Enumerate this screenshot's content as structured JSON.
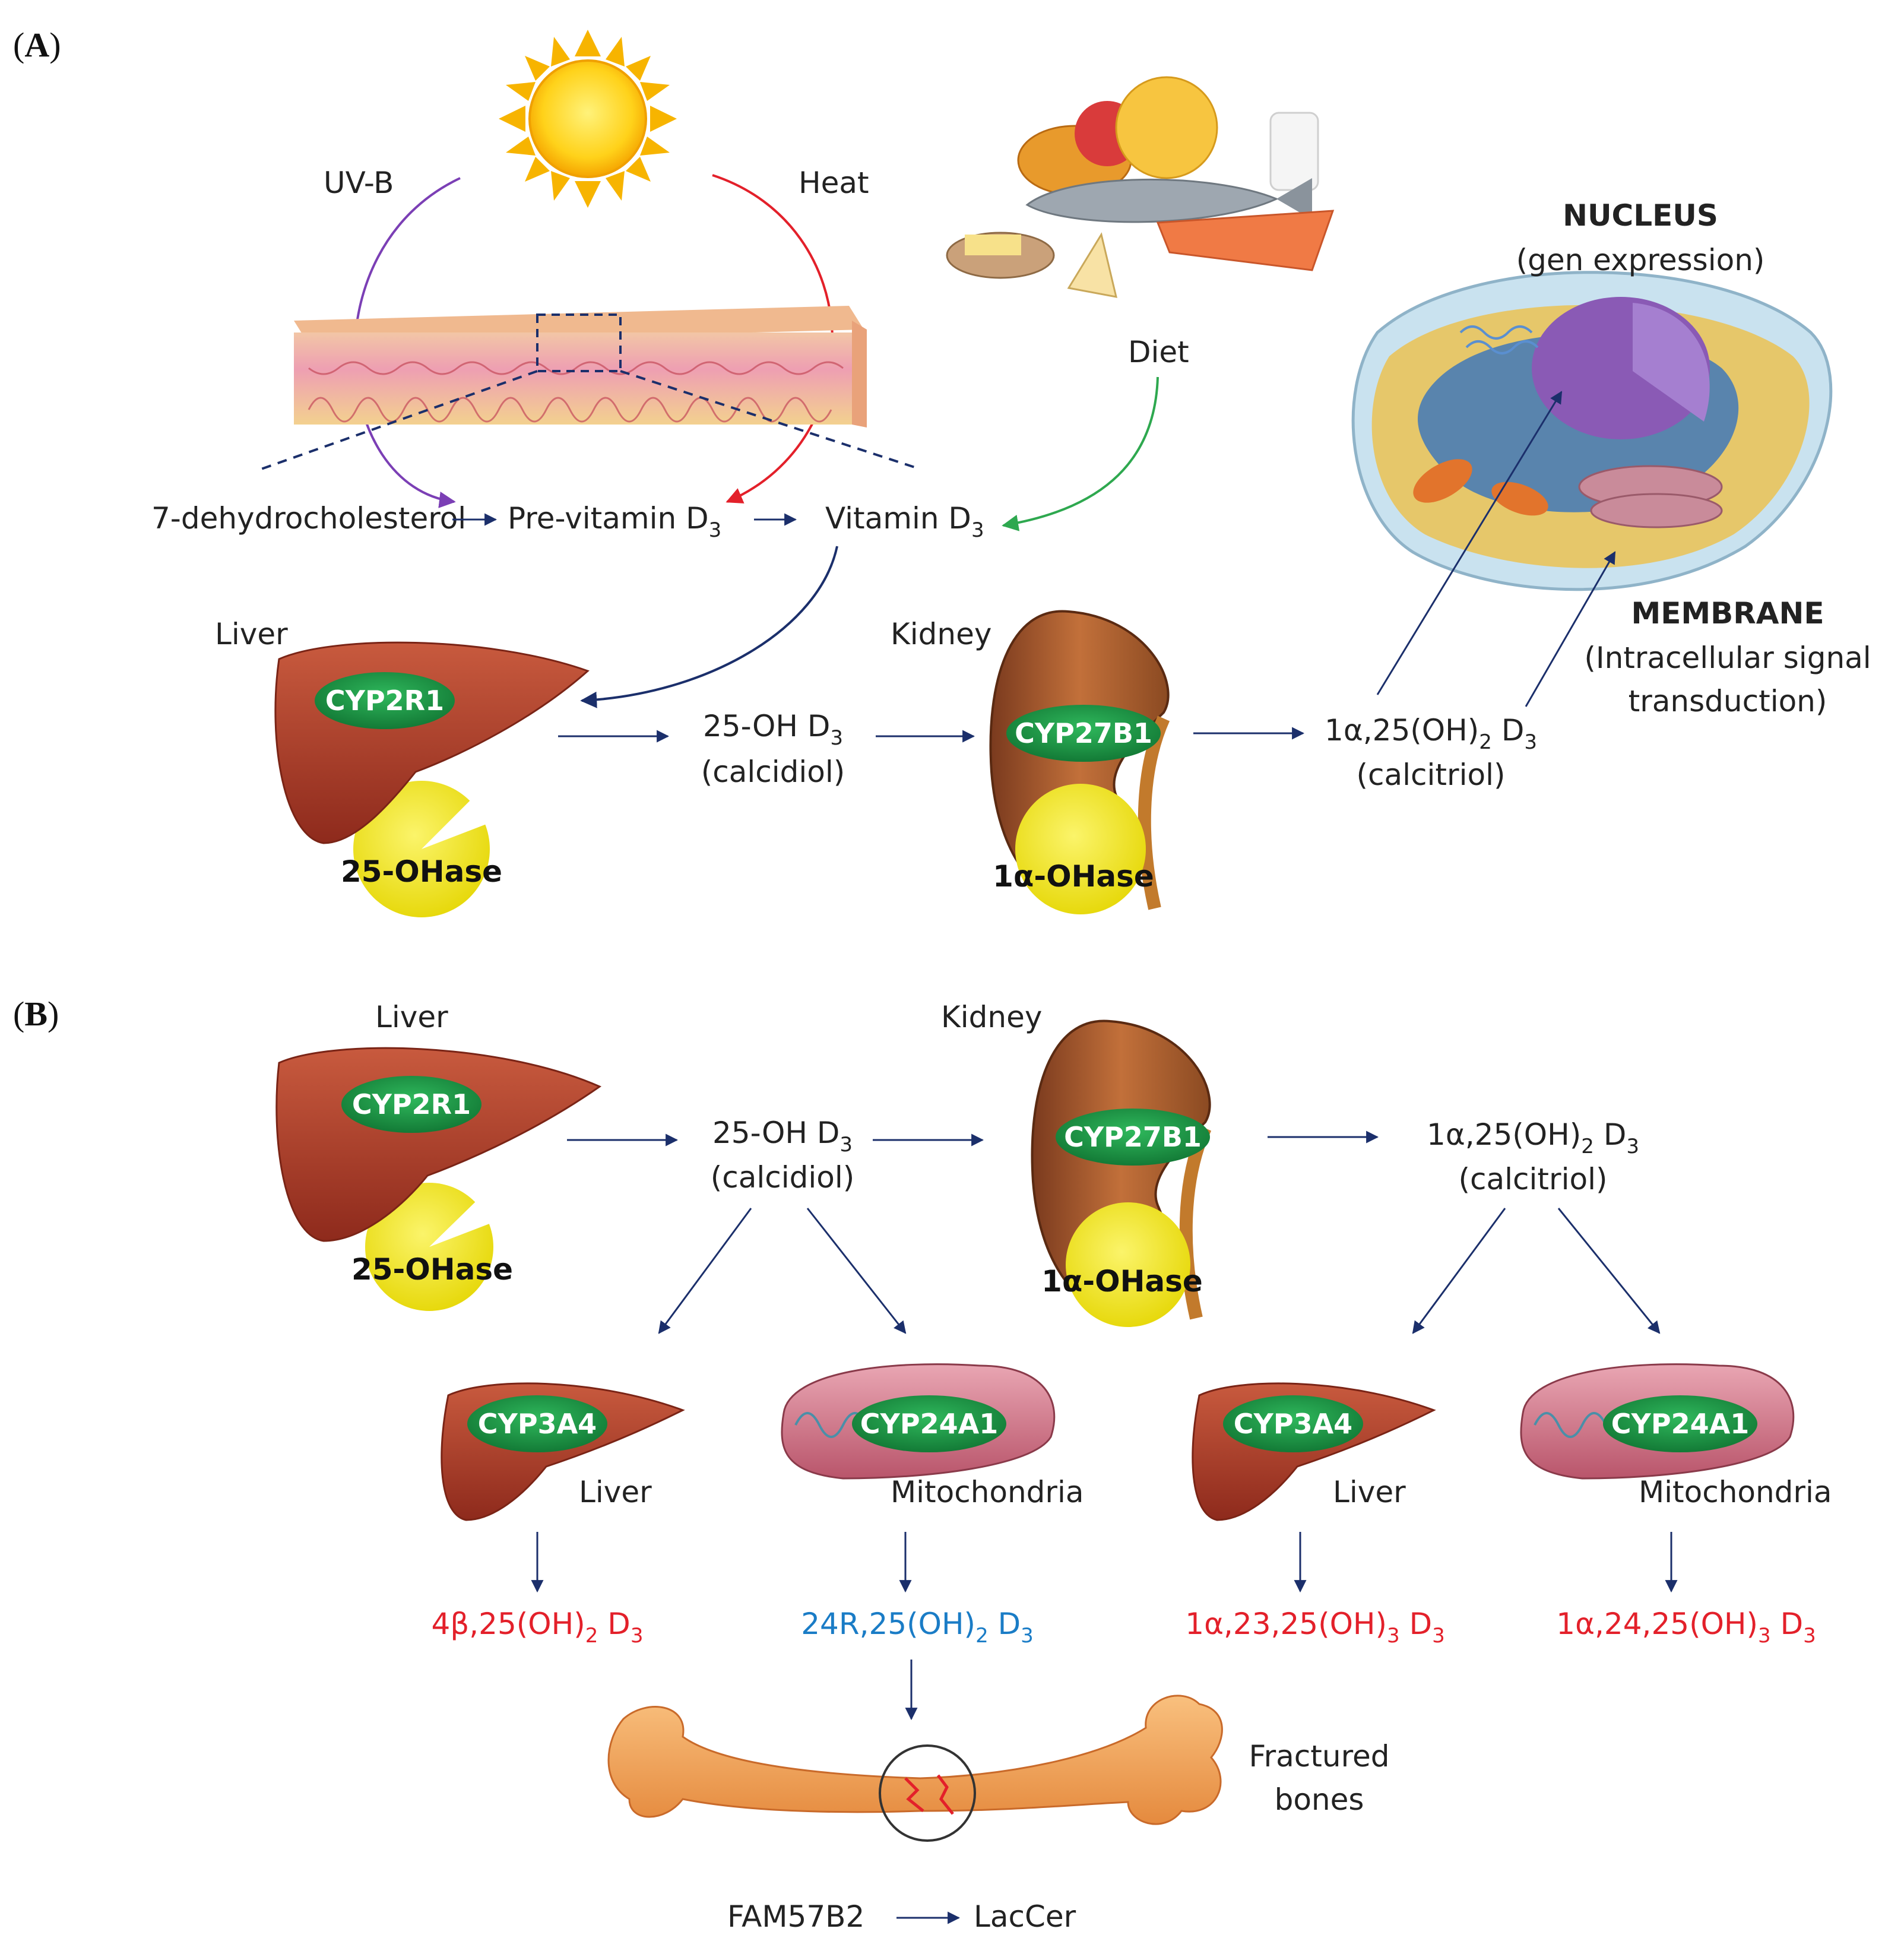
{
  "panels": {
    "a_open": "(",
    "a_letter": "A",
    "a_close": ")",
    "b_open": "(",
    "b_letter": "B",
    "b_close": ")"
  },
  "a": {
    "uvb": "UV-B",
    "heat": "Heat",
    "diet": "Diet",
    "nucleus_title": "NUCLEUS",
    "nucleus_sub": "(gen expression)",
    "membrane_title": "MEMBRANE",
    "membrane_sub1": "(Intracellular signal",
    "membrane_sub2": "transduction)",
    "dehydro": "7-dehydrocholesterol",
    "previt": "Pre-vitamin D",
    "previt_sub": "3",
    "vitd": "Vitamin D",
    "vitd_sub": "3",
    "liver": "Liver",
    "kidney": "Kidney",
    "cyp2r1": "CYP2R1",
    "cyp27b1": "CYP27B1",
    "ohase25": "25-OHase",
    "ohase1a": "1α-OHase",
    "calcidiol_l1": "25-OH D",
    "calcidiol_sub": "3",
    "calcidiol_l2": "(calcidiol)",
    "calcitriol_l1a": "1α,25(OH)",
    "calcitriol_sub1": "2",
    "calcitriol_l1b": " D",
    "calcitriol_sub2": "3",
    "calcitriol_l2": "(calcitriol)"
  },
  "b": {
    "liver": "Liver",
    "kidney": "Kidney",
    "cyp2r1": "CYP2R1",
    "cyp27b1": "CYP27B1",
    "ohase25": "25-OHase",
    "ohase1a": "1α-OHase",
    "calcidiol_l1": "25-OH D",
    "calcidiol_sub": "3",
    "calcidiol_l2": "(calcidiol)",
    "calcitriol_l1a": "1α,25(OH)",
    "calcitriol_sub1": "2",
    "calcitriol_l1b": " D",
    "calcitriol_sub2": "3",
    "calcitriol_l2": "(calcitriol)",
    "cyp3a4_1": "CYP3A4",
    "cyp24a1_1": "CYP24A1",
    "cyp3a4_2": "CYP3A4",
    "cyp24a1_2": "CYP24A1",
    "liver_1": "Liver",
    "mito_1": "Mitochondria",
    "liver_2": "Liver",
    "mito_2": "Mitochondria",
    "prod1_a": "4β,25(OH)",
    "prod1_s1": "2",
    "prod1_b": " D",
    "prod1_s2": "3",
    "prod2_a": "24R,25(OH)",
    "prod2_s1": "2",
    "prod2_b": " D",
    "prod2_s2": "3",
    "prod3_a": "1α,23,25(OH)",
    "prod3_s1": "3",
    "prod3_b": " D",
    "prod3_s2": "3",
    "prod4_a": "1α,24,25(OH)",
    "prod4_s1": "3",
    "prod4_b": " D",
    "prod4_s2": "3",
    "fractured_l1": "Fractured",
    "fractured_l2": "bones",
    "fam": "FAM57B2",
    "laccer": "LacCer"
  },
  "colors": {
    "enzyme_green": "#1f9a4a",
    "enzyme_yellow": "#f4ea1a",
    "arrow_navy": "#1b2f6b",
    "uv_purple": "#7b3fb5",
    "heat_red": "#e3202a",
    "diet_green": "#2ea84f",
    "product_red": "#e3202a",
    "product_blue": "#1a7cc6",
    "liver_red": "#b7412d",
    "bone_orange": "#f3a25a"
  }
}
